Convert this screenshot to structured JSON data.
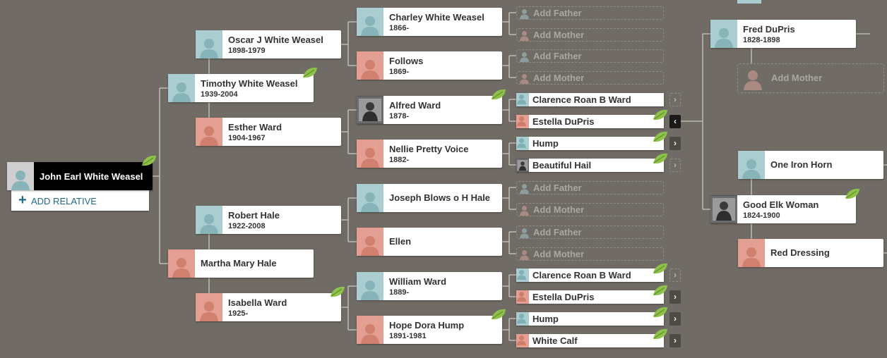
{
  "root": {
    "name": "John Earl White Weasel"
  },
  "add_relative": {
    "label": "ADD RELATIVE",
    "icon": "plus-icon"
  },
  "gen1": [
    {
      "name": "Timothy White Weasel",
      "dates": "1939-2004",
      "gender": "m",
      "hint": true
    },
    {
      "name": "Martha Mary Hale",
      "dates": "",
      "gender": "f",
      "hint": false
    }
  ],
  "gen2": [
    {
      "name": "Oscar J White Weasel",
      "dates": "1898-1979",
      "gender": "m"
    },
    {
      "name": "Esther Ward",
      "dates": "1904-1967",
      "gender": "f"
    },
    {
      "name": "Robert Hale",
      "dates": "1922-2008",
      "gender": "m"
    },
    {
      "name": "Isabella Ward",
      "dates": "1925-",
      "gender": "f",
      "hint": true
    }
  ],
  "gen3": [
    {
      "name": "Charley White Weasel",
      "dates": "1866-",
      "gender": "m"
    },
    {
      "name": "Follows",
      "dates": "1869-",
      "gender": "f"
    },
    {
      "name": "Alfred Ward",
      "dates": "1878-",
      "gender": "m",
      "photo": true,
      "hint": true
    },
    {
      "name": "Nellie Pretty Voice",
      "dates": "1882-",
      "gender": "f"
    },
    {
      "name": "Joseph Blows o H Hale",
      "dates": "",
      "gender": "m"
    },
    {
      "name": "Ellen",
      "dates": "",
      "gender": "f"
    },
    {
      "name": "William Ward",
      "dates": "1889-",
      "gender": "m"
    },
    {
      "name": "Hope Dora Hump",
      "dates": "1891-1981",
      "gender": "f",
      "hint": true
    }
  ],
  "gen4": [
    {
      "name": "Add Father",
      "gender": "m",
      "add": true
    },
    {
      "name": "Add Mother",
      "gender": "f",
      "add": true
    },
    {
      "name": "Add Father",
      "gender": "m",
      "add": true
    },
    {
      "name": "Add Mother",
      "gender": "f",
      "add": true
    },
    {
      "name": "Clarence Roan B Ward",
      "gender": "m",
      "arrow": "›",
      "arrow_style": "dashed"
    },
    {
      "name": "Estella DuPris",
      "gender": "f",
      "hint": true,
      "arrow": "‹",
      "arrow_style": "active"
    },
    {
      "name": "Hump",
      "gender": "m",
      "hint": true,
      "arrow": "›",
      "arrow_style": "solid"
    },
    {
      "name": "Beautiful Hail",
      "gender": "f",
      "hint": true,
      "photo": true,
      "arrow": "›",
      "arrow_style": "dashed"
    },
    {
      "name": "Add Father",
      "gender": "m",
      "add": true
    },
    {
      "name": "Add Mother",
      "gender": "f",
      "add": true
    },
    {
      "name": "Add Father",
      "gender": "m",
      "add": true
    },
    {
      "name": "Add Mother",
      "gender": "f",
      "add": true
    },
    {
      "name": "Clarence Roan B Ward",
      "gender": "m",
      "hint": true,
      "arrow": "›",
      "arrow_style": "dashed"
    },
    {
      "name": "Estella DuPris",
      "gender": "f",
      "hint": true,
      "arrow": "›",
      "arrow_style": "solid"
    },
    {
      "name": "Hump",
      "gender": "m",
      "hint": true,
      "arrow": "›",
      "arrow_style": "solid"
    },
    {
      "name": "White Calf",
      "gender": "f",
      "hint": true,
      "arrow": "›",
      "arrow_style": "solid"
    }
  ],
  "extended": [
    {
      "name": "Fred DuPris",
      "dates": "1828-1898",
      "gender": "m"
    },
    {
      "name": "Add Mother",
      "gender": "f",
      "add": true
    },
    {
      "name": "One Iron Horn",
      "dates": "",
      "gender": "m"
    },
    {
      "name": "Good Elk Woman",
      "dates": "1824-1900",
      "gender": "f",
      "photo": true,
      "hint": true
    },
    {
      "name": "Red Dressing",
      "dates": "",
      "gender": "f"
    }
  ],
  "colors": {
    "background": "#706b64",
    "male": "#a9cdd0",
    "female": "#e39f92",
    "hint_leaf": "#8fc24a",
    "link": "#1d6a85"
  }
}
